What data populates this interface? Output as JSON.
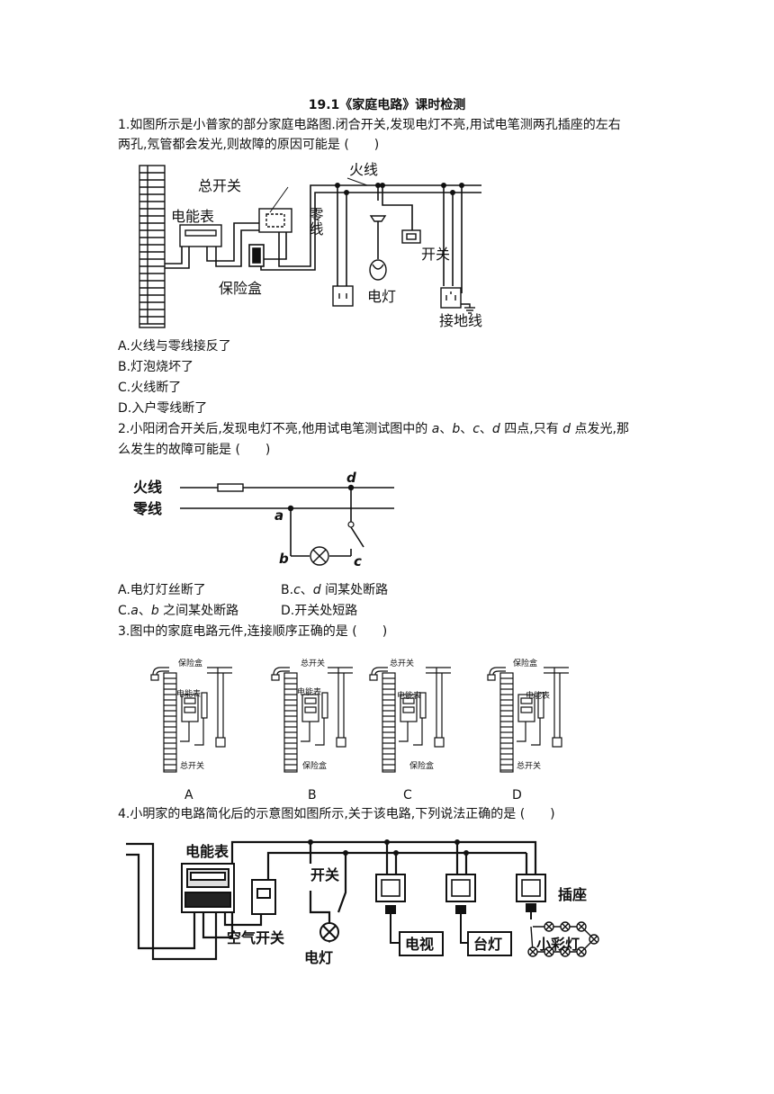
{
  "doc": {
    "title": "19.1《家庭电路》课时检测",
    "q1": {
      "line1": "1.如图所示是小普家的部分家庭电路图.闭合开关,发现电灯不亮,用试电笔测两孔插座的左右",
      "line2": "两孔,氖管都会发光,则故障的原因可能是 (　　)",
      "options": [
        "A.火线与零线接反了",
        "B.灯泡烧坏了",
        "C.火线断了",
        "D.入户零线断了"
      ],
      "fig": {
        "live": "火线",
        "neutral": "零线",
        "main_switch": "总开关",
        "meter": "电能表",
        "fuse_box": "保险盒",
        "lamp": "电灯",
        "switch": "开关",
        "ground": "接地线"
      }
    },
    "q2": {
      "line1_pre": "2.小阳闭合开关后,发现电灯不亮,他用试电笔测试图中的 ",
      "pts": [
        "a",
        "b",
        "c",
        "d"
      ],
      "sep": "、",
      "line1_post": " 四点,只有 ",
      "line1_d": "d",
      "line1_end": " 点发光,那",
      "line2": "么发生的故障可能是 (　　)",
      "optA": "A.电灯灯丝断了",
      "optB_pre": "B.",
      "optB_c": "c",
      "optB_sep": "、",
      "optB_d": "d",
      "optB_post": " 间某处断路",
      "optC_pre": "C.",
      "optC_a": "a",
      "optC_sep": "、",
      "optC_b": "b",
      "optC_post": " 之间某处断路",
      "optD": "D.开关处短路",
      "fig": {
        "live": "火线",
        "neutral": "零线",
        "a": "a",
        "b": "b",
        "c": "c",
        "d": "d"
      }
    },
    "q3": {
      "stem": "3.图中的家庭电路元件,连接顺序正确的是 (　　)",
      "labels": [
        "A",
        "B",
        "C",
        "D"
      ],
      "fig": {
        "fuse_box": "保险盒",
        "main_switch": "总开关",
        "meter": "电能表"
      }
    },
    "q4": {
      "stem": "4.小明家的电路简化后的示意图如图所示,关于该电路,下列说法正确的是 (　　)",
      "fig": {
        "meter": "电能表",
        "switch": "开关",
        "socket": "插座",
        "air_switch": "空气开关",
        "lamp": "电灯",
        "tv": "电视",
        "desk_lamp": "台灯",
        "small_lights": "小彩灯"
      }
    }
  }
}
